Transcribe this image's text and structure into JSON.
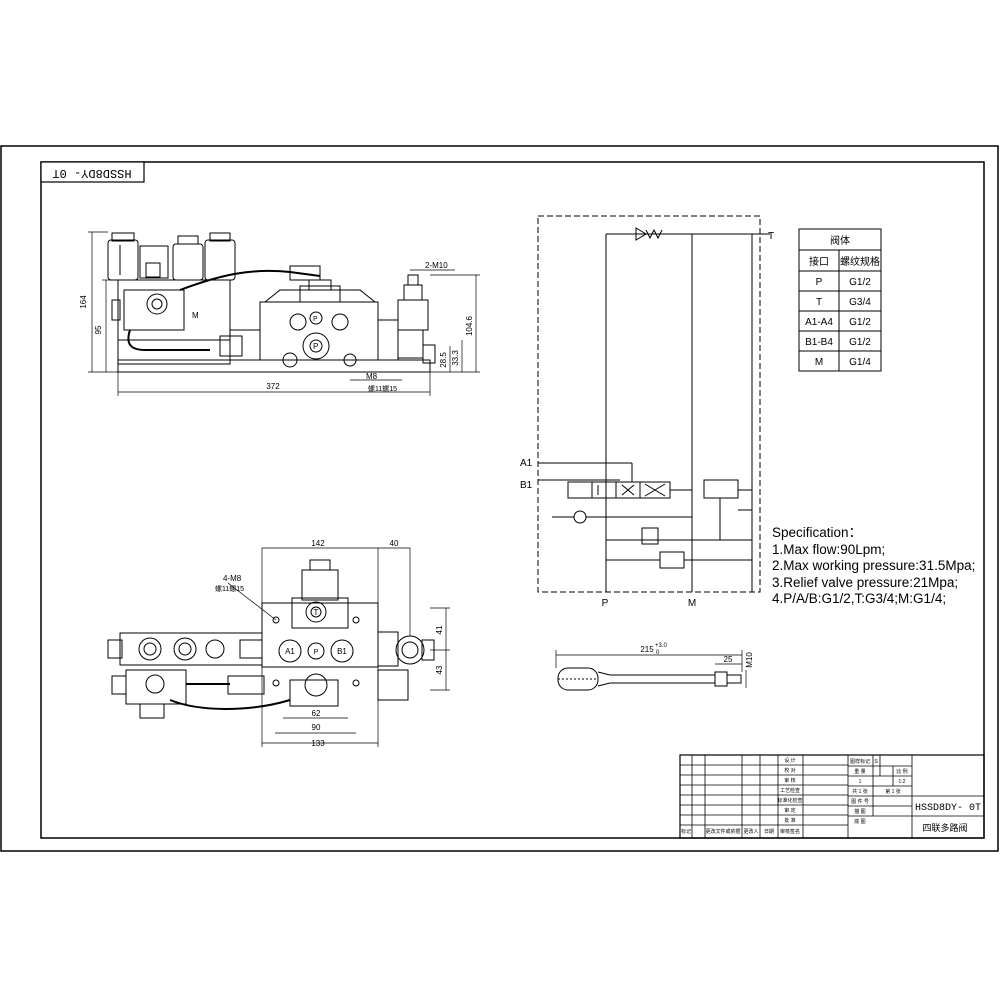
{
  "drawing": {
    "mirrored_code": "HSSD8DY- 0T",
    "code": "HSSD8DY- 0T",
    "name": "四联多路阀"
  },
  "side_view": {
    "dim_width": "372",
    "dim_height_total": "164",
    "dim_height_body": "95",
    "dim_right_total": "104.6",
    "dim_port_low": "28.5",
    "dim_port_mid": "33.3",
    "thread_top": "2-M10",
    "thread_bottom": "M8",
    "depth_note": "螺11螺15"
  },
  "top_view": {
    "dim_width": "142",
    "dim_offset": "40",
    "dim_body": "90",
    "dim_bottom": "133",
    "dim_center": "62",
    "dim_right_a": "41",
    "dim_right_b": "43",
    "thread_note": "4-M8",
    "depth_note": "螺11螺15",
    "port_t": "T",
    "port_a": "A1",
    "port_p": "P",
    "port_b": "B1"
  },
  "lever": {
    "dim_length": "215",
    "dim_tol": "+3.0",
    "dim_tol_low": "0",
    "dim_thread_len": "25",
    "dim_thread": "M10"
  },
  "schematic": {
    "label_t": "T",
    "label_a1": "A1",
    "label_b1": "B1",
    "label_p": "P",
    "label_m": "M"
  },
  "port_table": {
    "title": "阀体",
    "headers": [
      "接口",
      "螺纹规格"
    ],
    "rows": [
      [
        "P",
        "G1/2"
      ],
      [
        "T",
        "G3/4"
      ],
      [
        "A1-A4",
        "G1/2"
      ],
      [
        "B1-B4",
        "G1/2"
      ],
      [
        "M",
        "G1/4"
      ]
    ]
  },
  "specification": {
    "title": "Specification：",
    "lines": [
      "1.Max flow:90Lpm;",
      "2.Max working pressure:31.5Mpa;",
      "3.Relief valve pressure:21Mpa;",
      "4.P/A/B:G1/2,T:G3/4;M:G1/4;"
    ]
  },
  "title_block": {
    "left_cells": [
      "设 计",
      "校 对",
      "审 核",
      "工艺检查",
      "标准化检查",
      "审 定",
      "批 准"
    ],
    "bottom_cells": [
      "标记",
      "更改文件或依据",
      "更改人",
      "日期",
      "审核签名"
    ],
    "mid_cells": [
      "图样标记",
      "S",
      "重 量",
      "比 例",
      "1",
      "1:2",
      "共 1 张",
      "第 1 张",
      "图 件 号",
      "描 图",
      "底 图"
    ]
  }
}
